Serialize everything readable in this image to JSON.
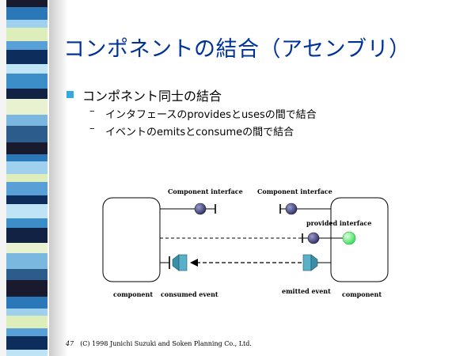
{
  "slide": {
    "title": "コンポネントの結合（アセンブリ）",
    "level1": "コンポネント同士の結合",
    "bullets": [
      "インタフェースのprovidesとusesの間で結合",
      "イベントのemitsとconsumeの間で結合"
    ],
    "dash": "–"
  },
  "diagram": {
    "label_iface_left": "Component interface",
    "label_iface_right": "Component interface",
    "label_provided": "provided interface",
    "label_component_left": "component",
    "label_consumed": "consumed event",
    "label_emitted": "emitted event",
    "label_component_right": "component"
  },
  "footer": {
    "page": "47",
    "copyright": "(C) 1998  Junichi Suzuki and Soken Planning Co., Ltd."
  },
  "colors": {
    "title": "#003399",
    "bullet": "#33aadd",
    "interface_ball": "#4b4b88",
    "provided_ball": "#55ee77",
    "event_icon": "#3a8fa8"
  },
  "icons": [
    "interface-ball-icon",
    "provided-interface-ball-icon",
    "event-sink-icon",
    "event-source-icon"
  ]
}
